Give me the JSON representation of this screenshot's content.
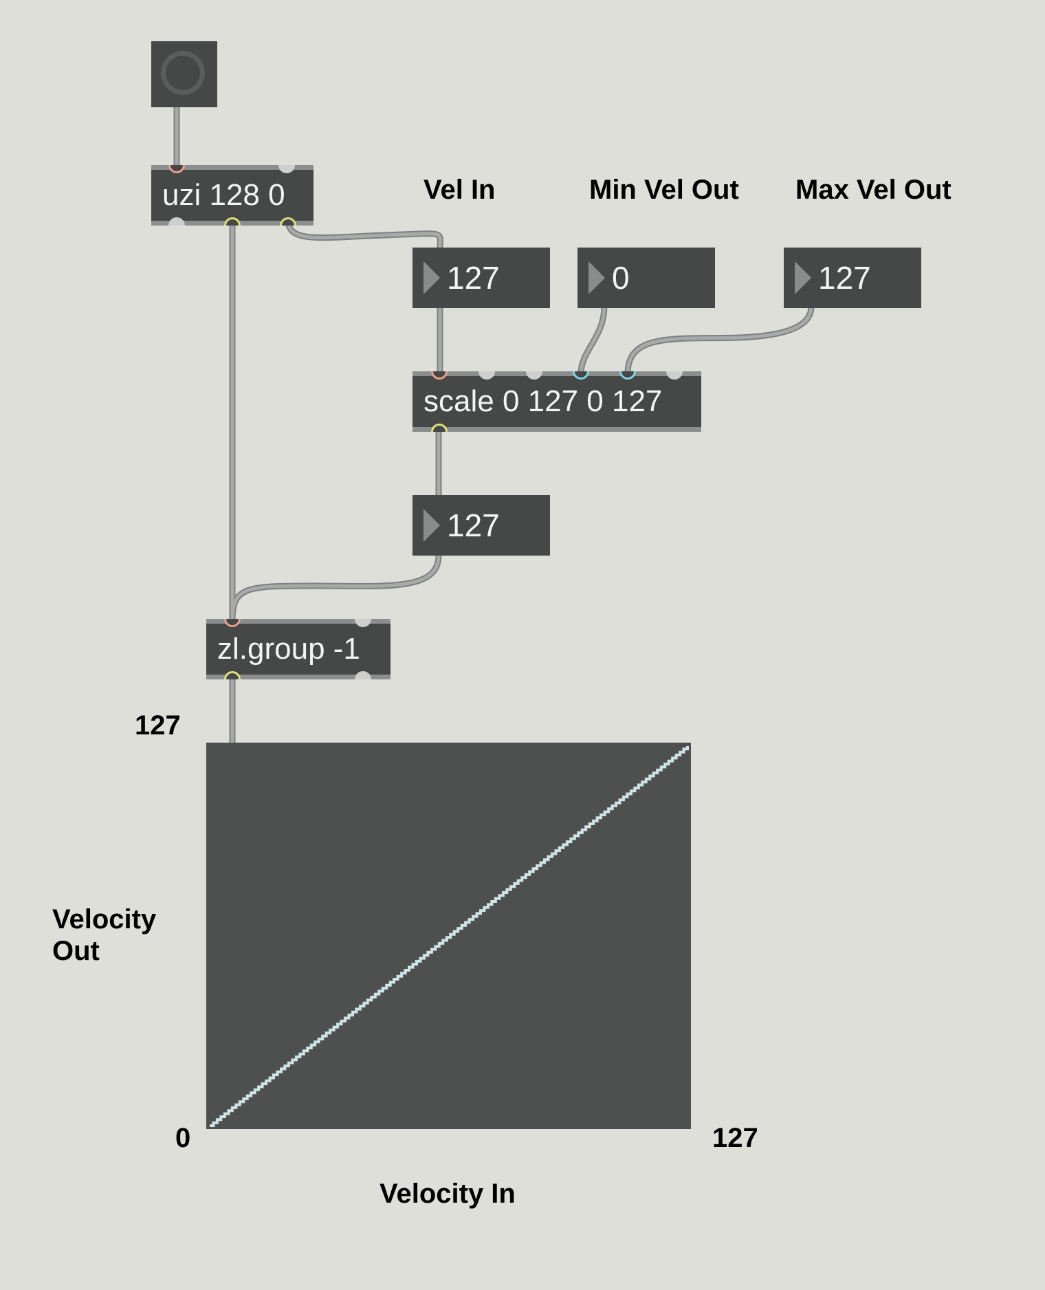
{
  "objects": {
    "uzi": "uzi 128 0",
    "scale": "scale 0 127 0 127",
    "zlgroup": "zl.group -1"
  },
  "numbers": {
    "vel_in": "127",
    "min_vel_out": "0",
    "max_vel_out": "127",
    "scaled_out": "127"
  },
  "labels": {
    "vel_in": "Vel In",
    "min_vel_out": "Min Vel Out",
    "max_vel_out": "Max Vel Out",
    "y_max": "127",
    "y_min": "0",
    "x_max": "127",
    "y_title_line1": "Velocity",
    "y_title_line2": "Out",
    "x_title": "Velocity In"
  },
  "icons": {
    "bang": "bang-circle-icon",
    "number_triangle": "triangle-right-icon"
  },
  "colors": {
    "background": "#dedfd9",
    "object": "#464847",
    "cord": "#9a9c9b",
    "plot_bg": "#4e504f",
    "plot_line": "#cfe3e6"
  },
  "chart_data": {
    "type": "line",
    "x_range": [
      0,
      127
    ],
    "y_range": [
      0,
      127
    ],
    "mapping": "identity",
    "input_min": 0,
    "input_max": 127,
    "output_min": 0,
    "output_max": 127
  }
}
